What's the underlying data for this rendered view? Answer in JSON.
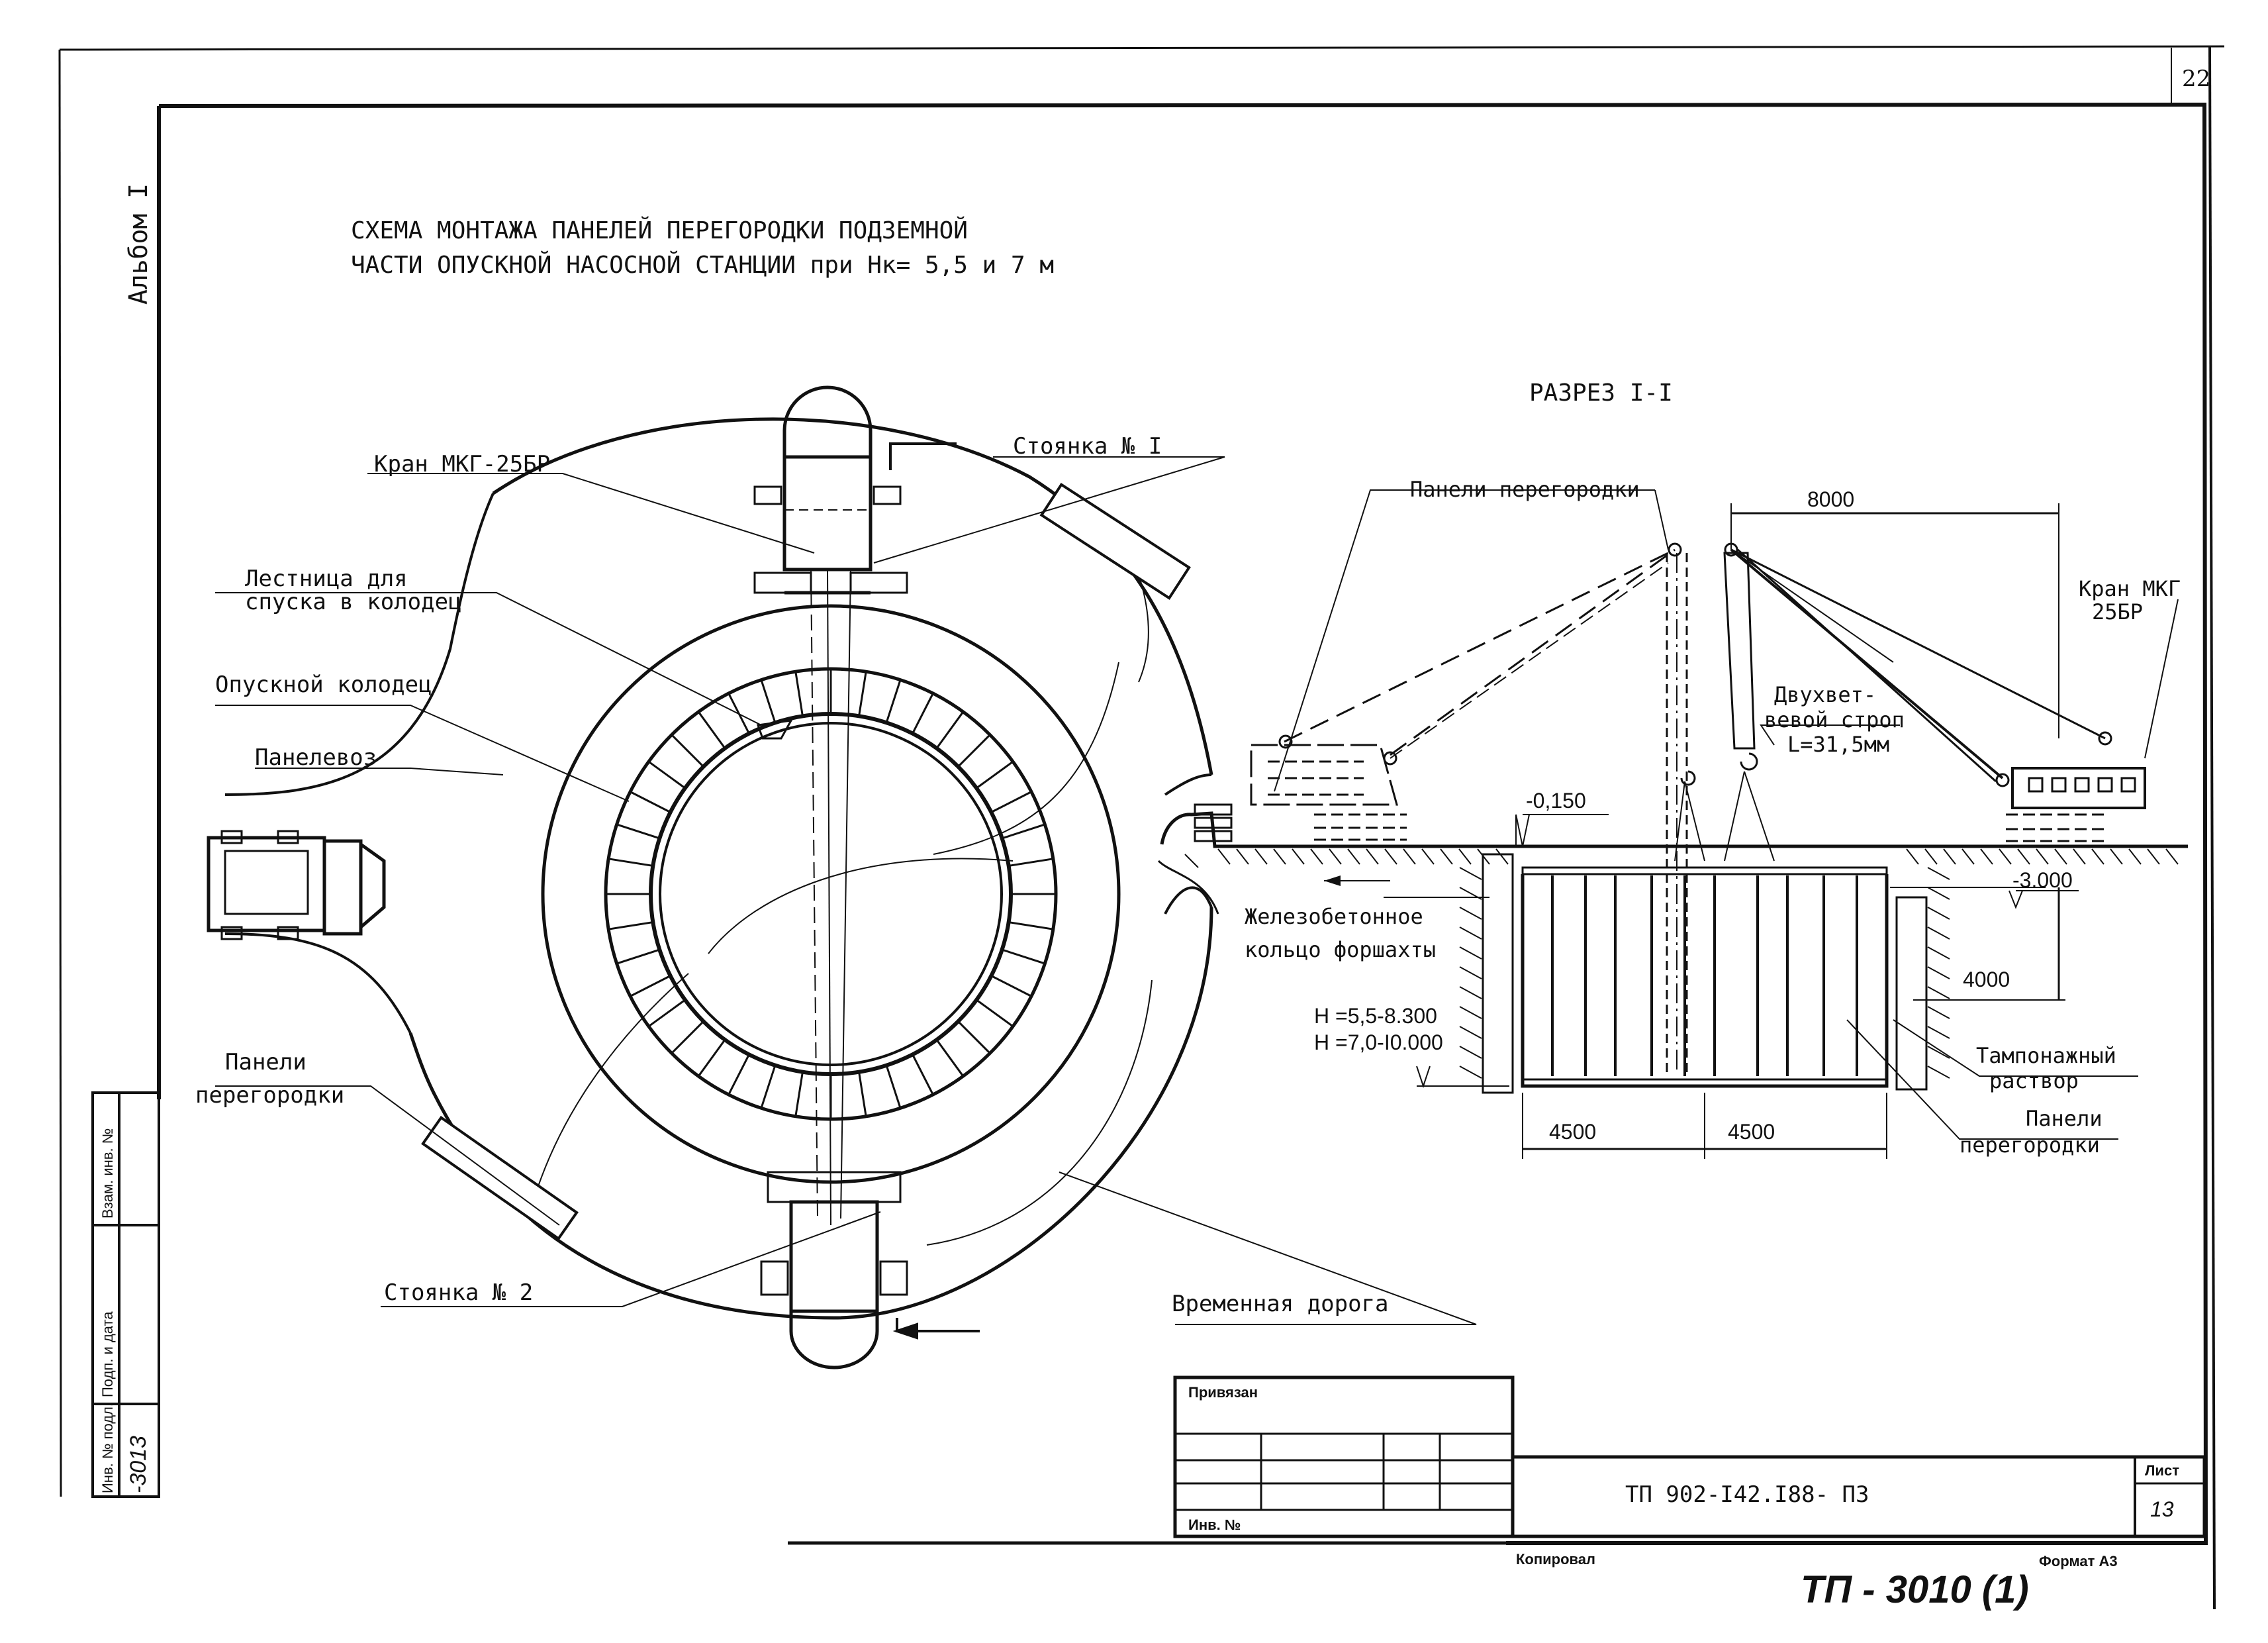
{
  "sheet": {
    "page_number": "22",
    "album": "Альбом I",
    "title_line1": "СХЕМА МОНТАЖА ПАНЕЛЕЙ ПЕРЕГОРОДКИ ПОДЗЕМНОЙ",
    "title_line2": "ЧАСТИ ОПУСКНОЙ НАСОСНОЙ СТАНЦИИ при Нк= 5,5 и 7 м"
  },
  "plan": {
    "crane": "Кран МКГ-25БР",
    "stop1": "Стоянка № I",
    "stop2": "Стоянка № 2",
    "ladder_line1": "Лестница для",
    "ladder_line2": "спуска в колодец",
    "well": "Опускной колодец",
    "panel_truck": "Панелевоз",
    "panels_line1": "Панели",
    "panels_line2": "перегородки",
    "road": "Временная дорога"
  },
  "section": {
    "title": "РАЗРЕЗ I-I",
    "panels": "Панели перегородки",
    "span": "8000",
    "crane_line1": "Кран МКГ",
    "crane_line2": "25БР",
    "sling_line1": "Двухвет-",
    "sling_line2": "вевой строп",
    "sling_line3": "L=31,5мм",
    "level_top": "-0,150",
    "level_side": "-3.000",
    "ring_line1": "Железобетонное",
    "ring_line2": "кольцо форшахты",
    "dim_4000": "4000",
    "h1": "Н =5,5-8.300",
    "h2": "Н =7,0-I0.000",
    "grout_line1": "Тампонажный",
    "grout_line2": "раствор",
    "panels2_line1": "Панели",
    "panels2_line2": "перегородки",
    "dim_left": "4500",
    "dim_right": "4500"
  },
  "side_stamp": {
    "inv_orig": "Инв. № подл.",
    "sign_date": "Подп. и дата",
    "replace_inv": "Взам. инв. №",
    "handwritten": "-3013"
  },
  "title_block": {
    "linked": "Привязан",
    "inv": "Инв. №",
    "code": "ТП 902-I42.I88- ПЗ",
    "sheet_label": "Лист",
    "sheet_no": "13",
    "copied": "Копировал",
    "format": "Формат А3",
    "bottom_handwritten": "ТП - 3010 (1)"
  }
}
